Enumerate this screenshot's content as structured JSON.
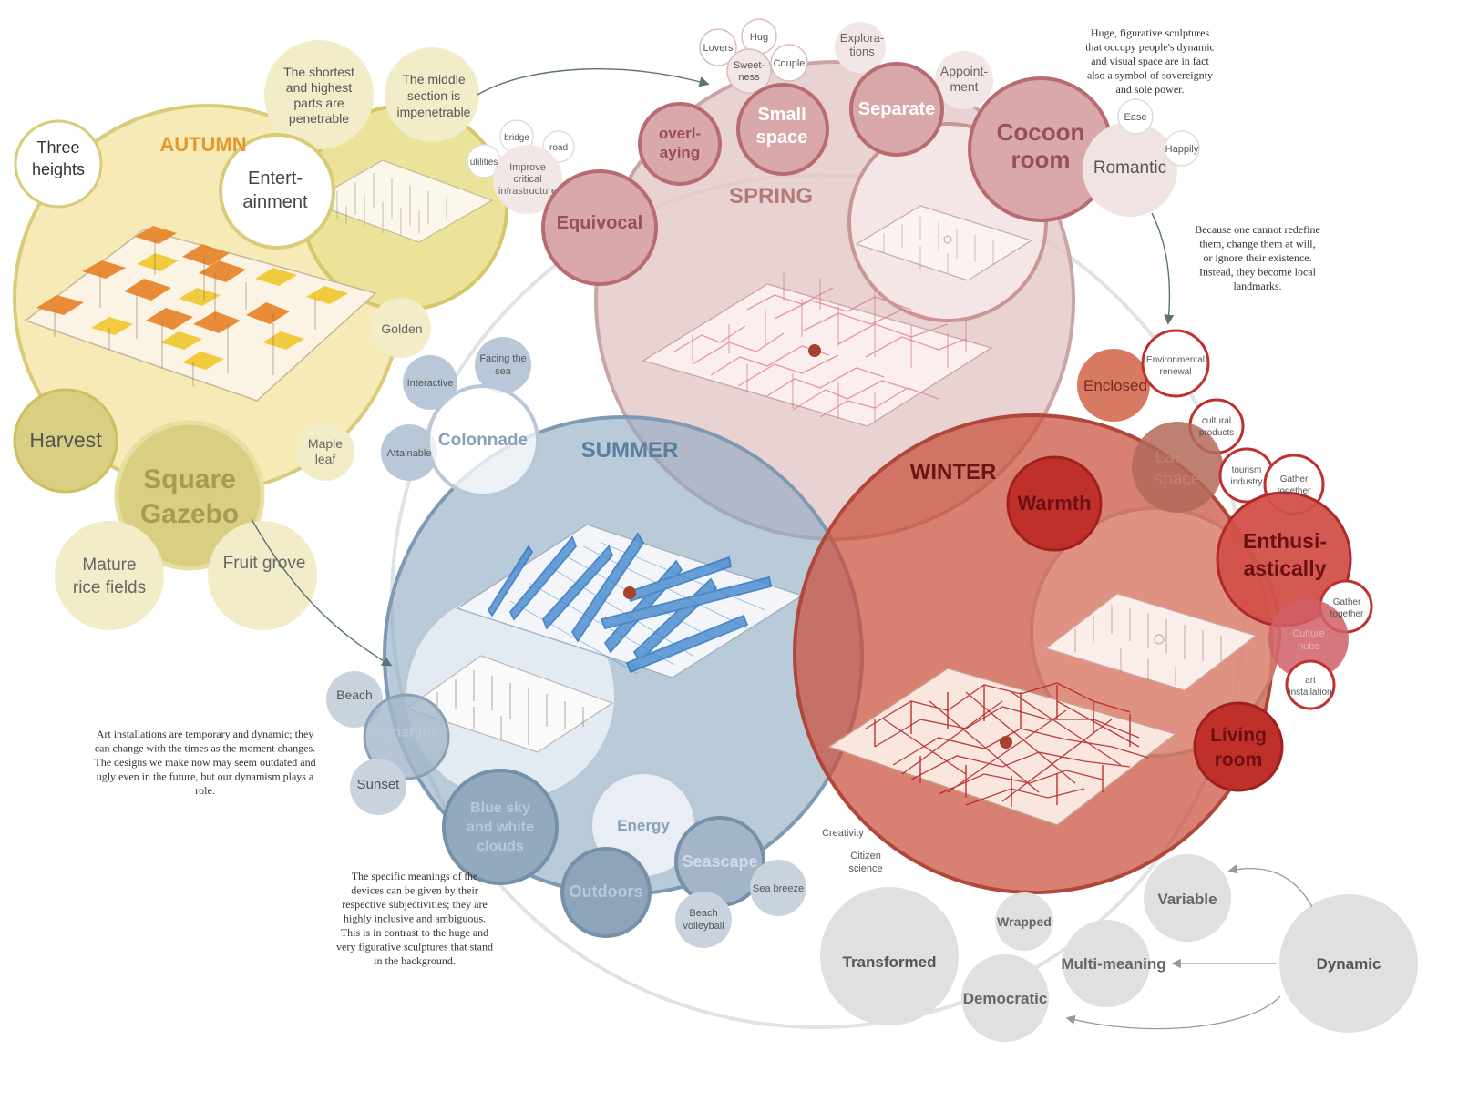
{
  "seasons": {
    "autumn": "AUTUMN",
    "spring": "SPRING",
    "summer": "SUMMER",
    "winter": "WINTER"
  },
  "autumn": {
    "three_heights": [
      "Three",
      "heights"
    ],
    "shortest_highest": [
      "The shortest",
      "and highest",
      "parts are",
      "penetrable"
    ],
    "middle_section": [
      "The middle",
      "section is",
      "impenetrable"
    ],
    "entertainment": [
      "Entert-",
      "ainment"
    ],
    "golden": "Golden",
    "harvest": "Harvest",
    "maple_leaf": [
      "Maple",
      "leaf"
    ],
    "square_gazebo": [
      "Square",
      "Gazebo"
    ],
    "mature_rice": [
      "Mature",
      "rice fields"
    ],
    "fruit_grove": "Fruit grove",
    "bridge": "bridge",
    "road": "road",
    "utilities": "utilities",
    "improve_infra": [
      "Improve",
      "critical",
      "infrastructure"
    ]
  },
  "spring": {
    "lovers": "Lovers",
    "hug": "Hug",
    "sweetness": [
      "Sweet-",
      "ness"
    ],
    "couple": "Couple",
    "explorations": [
      "Explora-",
      "tions"
    ],
    "appointment": [
      "Appoint-",
      "ment"
    ],
    "overlaying": [
      "overl-",
      "aying"
    ],
    "small_space": [
      "Small",
      "space"
    ],
    "separate": "Separate",
    "cocoon_room": [
      "Cocoon",
      "room"
    ],
    "equivocal": "Equivocal",
    "romantic": "Romantic",
    "ease": "Ease",
    "happily": "Happily"
  },
  "summer": {
    "facing_sea": [
      "Facing the",
      "sea"
    ],
    "interactive": "Interactive",
    "attainable": "Attainable",
    "colonnade": "Colonnade",
    "beach": "Beach",
    "sunshine": "Sunshine",
    "sunset": "Sunset",
    "blue_sky": [
      "Blue sky",
      "and white",
      "clouds"
    ],
    "energy": "Energy",
    "outdoors": "Outdoors",
    "seascape": "Seascape",
    "sea_breeze": "Sea breeze",
    "beach_volleyball": [
      "Beach",
      "volleyball"
    ]
  },
  "winter": {
    "enclosed": "Enclosed",
    "env_renewal": [
      "Environmental",
      "renewal"
    ],
    "cultural_products": [
      "cultural",
      "products"
    ],
    "large_space": [
      "Large",
      "space"
    ],
    "tourism_industry": [
      "tourism",
      "industry"
    ],
    "gather_together": [
      "Gather",
      "together"
    ],
    "warmth": "Warmth",
    "enthusiastically": [
      "Enthusi-",
      "astically"
    ],
    "gather_together_2": [
      "Gather",
      "together"
    ],
    "culture_hubs": [
      "Culture",
      "hubs"
    ],
    "art_installation": [
      "art",
      "installation"
    ],
    "living_room": [
      "Living",
      "room"
    ]
  },
  "dynamic": {
    "creativity": "Creativity",
    "citizen_science": [
      "Citizen",
      "science"
    ],
    "wrapped": "Wrapped",
    "variable": "Variable",
    "transformed": "Transformed",
    "multi_meaning": "Multi-meaning",
    "dynamic": "Dynamic",
    "democratic": "Democratic"
  },
  "notes": {
    "sculptures": [
      "Huge, figurative sculptures",
      "that occupy people's dynamic",
      "and visual space are in fact",
      "also a symbol of sovereignty",
      "and sole power."
    ],
    "landmarks": [
      "Because one cannot redefine",
      "them, change them at will,",
      "or ignore their existence.",
      "Instead, they become local",
      "landmarks."
    ],
    "art_installations": [
      "Art installations are temporary and dynamic; they",
      "can change with the times as the moment changes.",
      "The designs we make now may seem outdated and",
      "ugly even in the future, but our dynamism plays a",
      "role."
    ],
    "meanings": [
      "The specific meanings of the",
      "devices can be given by their",
      "respective subjectivities; they are",
      "highly inclusive and ambiguous.",
      "This is in contrast to the huge and",
      "very figurative sculptures that stand",
      "in the background."
    ]
  },
  "colors": {
    "autumn": "#d8c96a",
    "autumn_orange": "#e8962a",
    "spring": "#c8848c",
    "summer": "#7f9fbd",
    "winter": "#c0392b",
    "dynamic": "#dcdcdc"
  }
}
